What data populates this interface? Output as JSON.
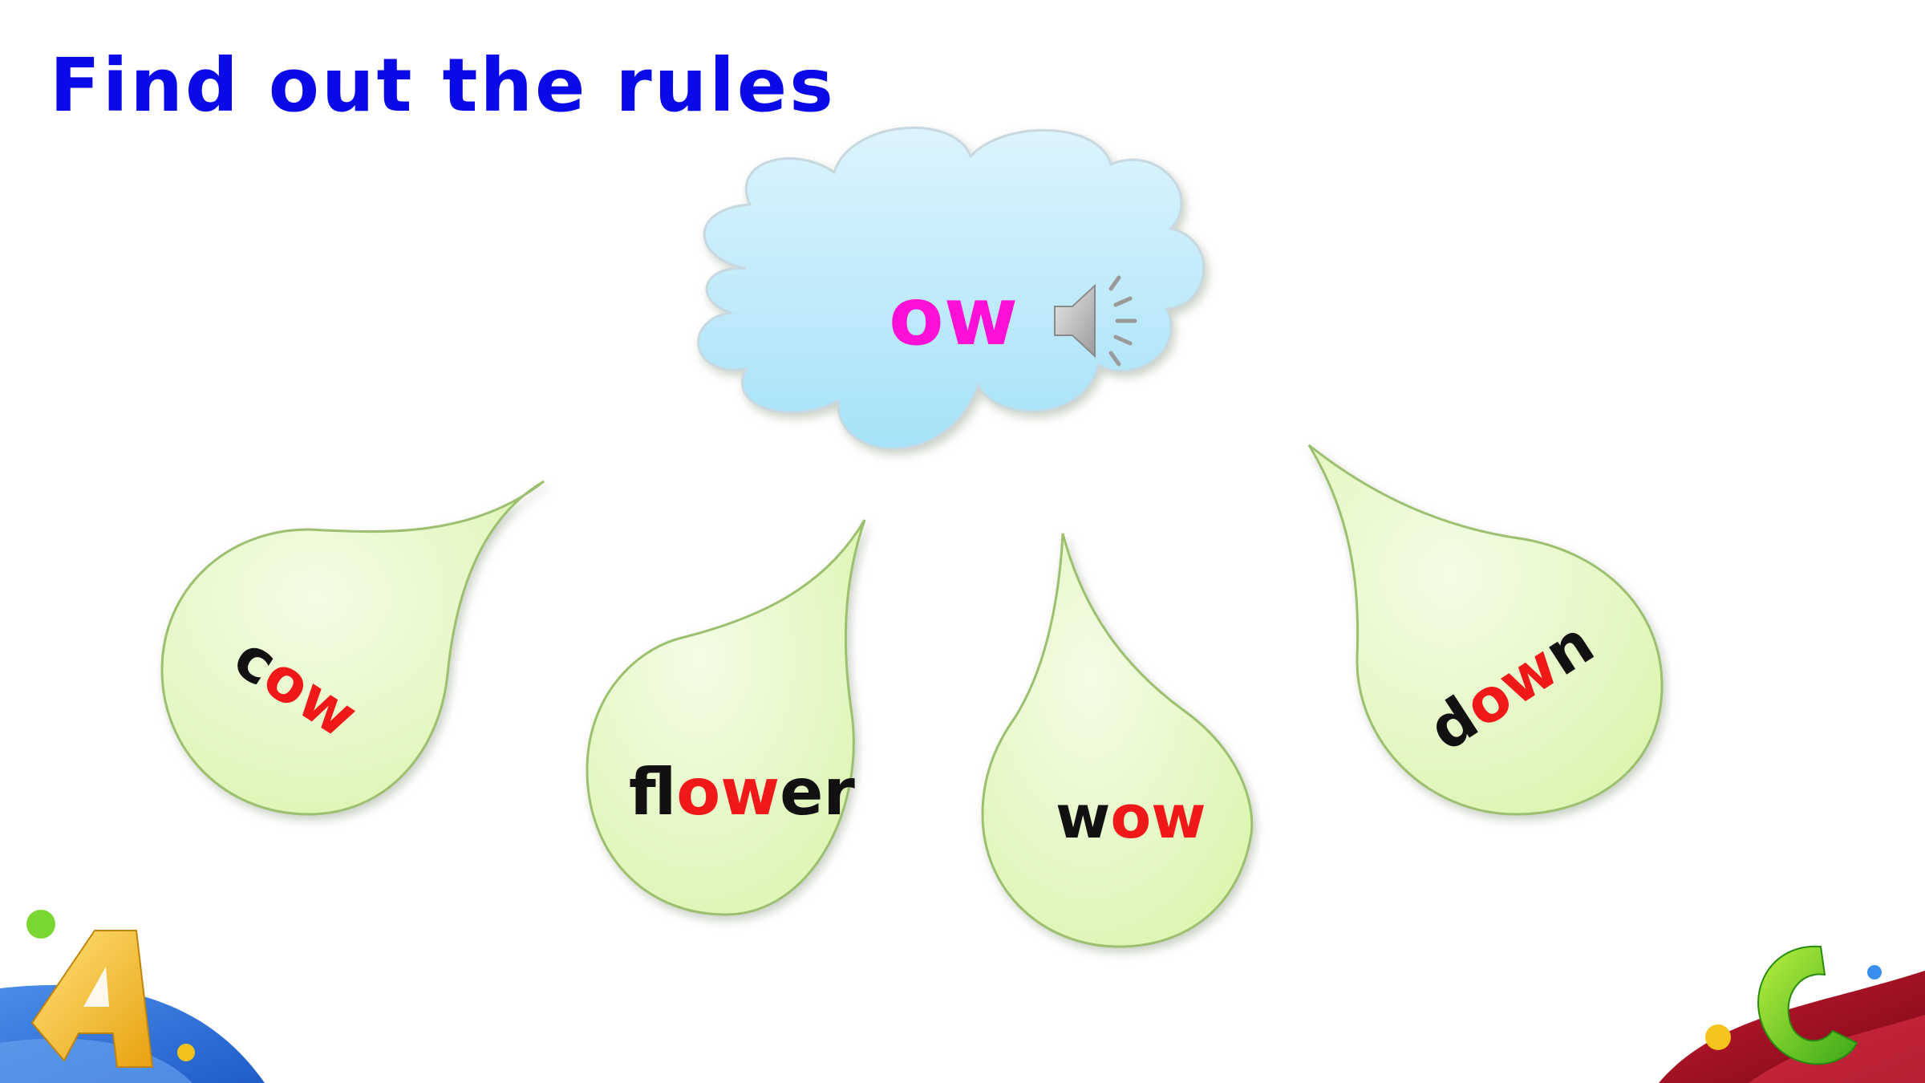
{
  "title": "Find out the rules",
  "title_color": "#0a0ae8",
  "cloud": {
    "phonics": "ow",
    "phonics_color": "#ff10d6",
    "speaker_icon": "speaker-icon"
  },
  "drops": [
    {
      "parts": [
        "c",
        "ow"
      ]
    },
    {
      "parts": [
        "fl",
        "ow",
        "er"
      ]
    },
    {
      "parts": [
        "w",
        "ow"
      ]
    },
    {
      "parts": [
        "d",
        "ow",
        "n"
      ]
    }
  ],
  "colors": {
    "base": "#111111",
    "highlight": "#f01818",
    "drop_fill": "#e8f8c8",
    "drop_stroke": "#9cc070",
    "cloud_fill": "#b6e7fa"
  }
}
